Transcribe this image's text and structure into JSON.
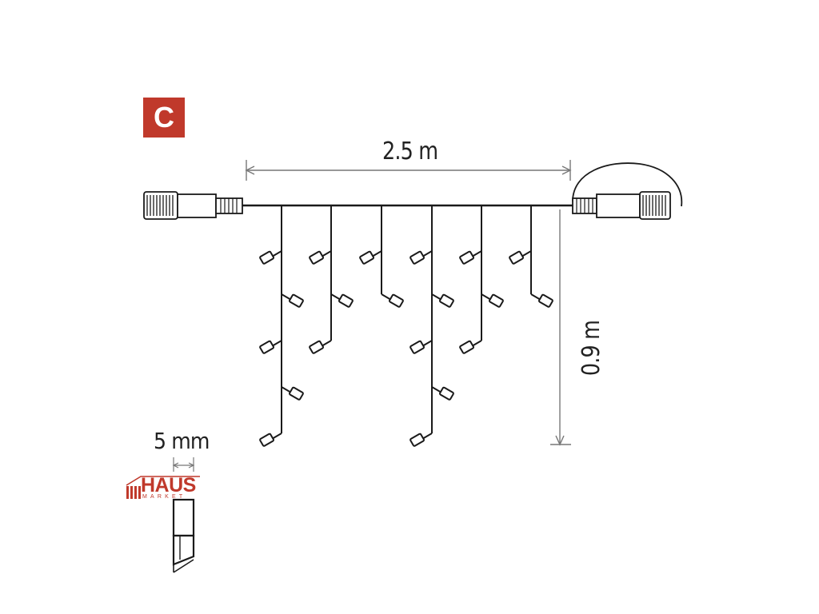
{
  "badge": {
    "label": "C",
    "color": "#c0392b"
  },
  "dimensions": {
    "length": "2.5 m",
    "drop_height": "0.9 m",
    "wire_width": "5 mm"
  },
  "logo": {
    "word": "HAUS",
    "sub": "MARKET",
    "color": "#c0392b"
  },
  "line_color": "#1a1a1a",
  "dim_line_color": "#777777"
}
